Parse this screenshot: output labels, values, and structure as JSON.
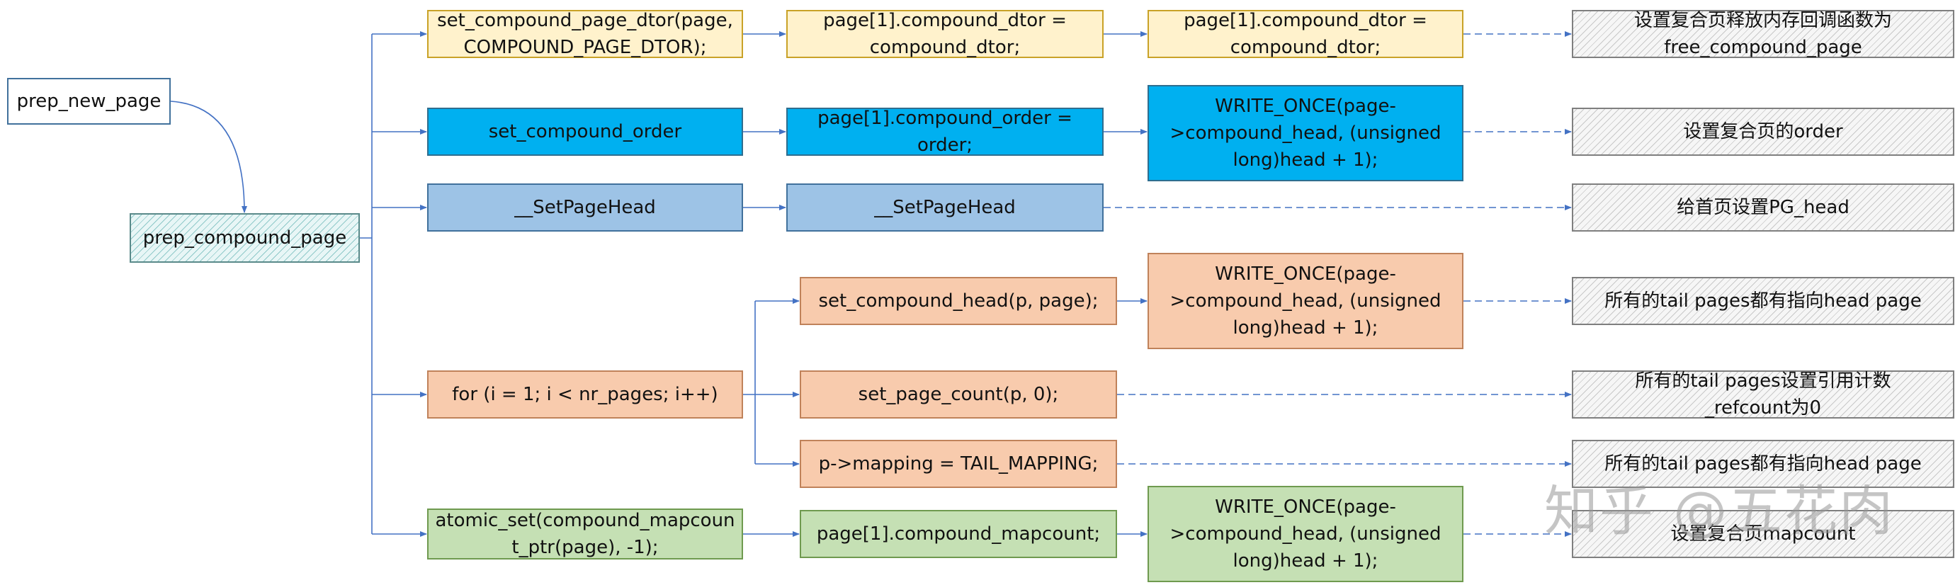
{
  "nodes": {
    "prep_new_page": "prep_new_page",
    "prep_compound_page": "prep_compound_page",
    "r1a": "set_compound_page_dtor(page,\nCOMPOUND_PAGE_DTOR);",
    "r1b": "page[1].compound_dtor =\ncompound_dtor;",
    "r1c": "page[1].compound_dtor =\ncompound_dtor;",
    "r1d": "设置复合页释放内存回调函数为\nfree_compound_page",
    "r2a": "set_compound_order",
    "r2b": "page[1].compound_order =\norder;",
    "r2c": "WRITE_ONCE(page-\n>compound_head, (unsigned\nlong)head + 1);",
    "r2d": "设置复合页的order",
    "r3a": "__SetPageHead",
    "r3b": "__SetPageHead",
    "r3d": "给首页设置PG_head",
    "r4a": "for (i = 1; i < nr_pages; i++)",
    "r4b1": "set_compound_head(p, page);",
    "r4c1": "WRITE_ONCE(page-\n>compound_head, (unsigned\nlong)head + 1);",
    "r4d1": "所有的tail pages都有指向head page",
    "r4b2": "set_page_count(p, 0);",
    "r4d2": "所有的tail pages设置引用计数\n_refcount为0",
    "r4b3": "p->mapping = TAIL_MAPPING;",
    "r4d3": "所有的tail pages都有指向head page",
    "r5a": "atomic_set(compound_mapcoun\nt_ptr(page), -1);",
    "r5b": "page[1].compound_mapcount;",
    "r5c": "WRITE_ONCE(page-\n>compound_head, (unsigned\nlong)head + 1);",
    "r5d": "设置复合页mapcount"
  },
  "watermark": "知乎 @五花肉",
  "colors": {
    "connector": "#4472c4",
    "yellow": "#fff2cc",
    "cyan": "#00b0f0",
    "light_blue": "#9dc3e6",
    "orange": "#f8cbad",
    "green": "#c5e0b4"
  }
}
